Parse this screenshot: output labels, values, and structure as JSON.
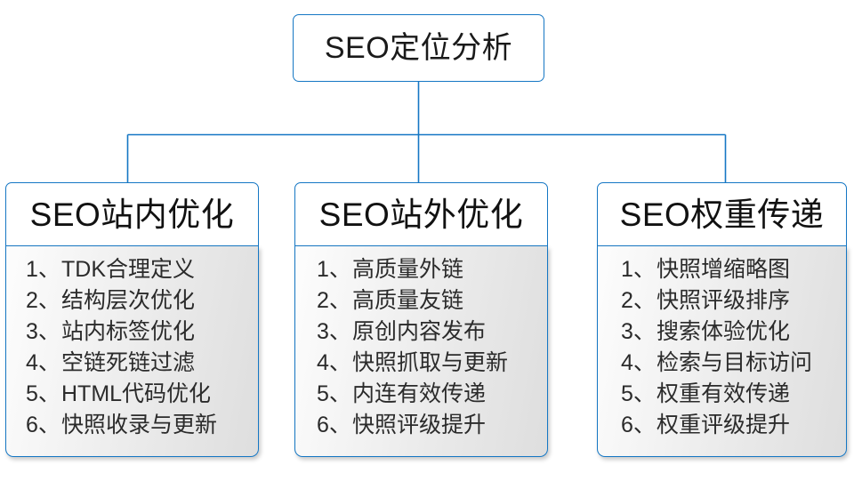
{
  "diagram": {
    "root": {
      "label": "SEO定位分析"
    },
    "branches": [
      {
        "title": "SEO站内优化",
        "items": [
          {
            "num": "1、",
            "text": "TDK合理定义"
          },
          {
            "num": "2、",
            "text": "结构层次优化"
          },
          {
            "num": "3、",
            "text": "站内标签优化"
          },
          {
            "num": "4、",
            "text": "空链死链过滤"
          },
          {
            "num": "5、",
            "text": "HTML代码优化"
          },
          {
            "num": "6、",
            "text": "快照收录与更新"
          }
        ]
      },
      {
        "title": "SEO站外优化",
        "items": [
          {
            "num": "1、",
            "text": "高质量外链"
          },
          {
            "num": "2、",
            "text": "高质量友链"
          },
          {
            "num": "3、",
            "text": "原创内容发布"
          },
          {
            "num": "4、",
            "text": "快照抓取与更新"
          },
          {
            "num": "5、",
            "text": "内连有效传递"
          },
          {
            "num": "6、",
            "text": "快照评级提升"
          }
        ]
      },
      {
        "title": "SEO权重传递",
        "items": [
          {
            "num": "1、",
            "text": "快照增缩略图"
          },
          {
            "num": "2、",
            "text": "快照评级排序"
          },
          {
            "num": "3、",
            "text": "搜索体验优化"
          },
          {
            "num": "4、",
            "text": "检索与目标访问"
          },
          {
            "num": "5、",
            "text": "权重有效传递"
          },
          {
            "num": "6、",
            "text": "权重评级提升"
          }
        ]
      }
    ],
    "colors": {
      "border": "#1577c4",
      "connector": "#1577c4",
      "header_background": "#ffffff",
      "body_background_light": "#fdfdfd",
      "body_background_dark": "#dedede",
      "text": "#1a1a1a"
    }
  }
}
